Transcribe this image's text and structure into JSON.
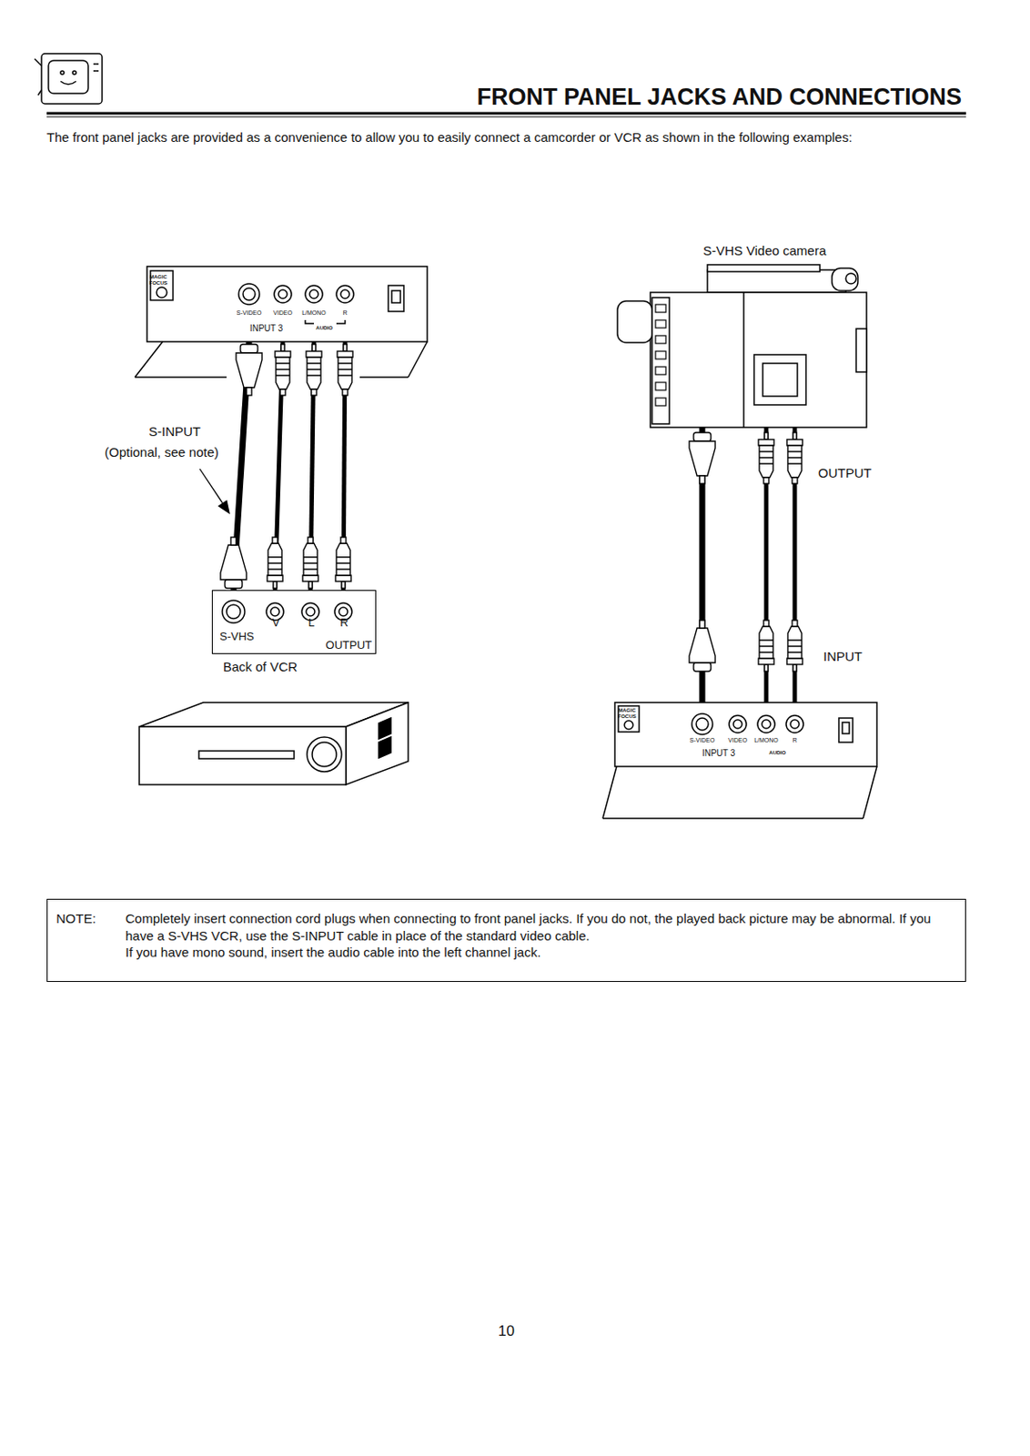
{
  "diagram": {
    "title": "FRONT PANEL JACKS AND CONNECTIONS",
    "nodes": [
      {
        "text": [
          "MAGIC FOCUS",
          "S-VIDEO",
          "VIDEO",
          "L/MONO",
          "R",
          "INPUT 3",
          "AUDIO"
        ]
      },
      {
        "text": [
          "S-VHS",
          "V",
          "L",
          "R",
          "OUTPUT",
          "Back of VCR"
        ]
      },
      {
        "text": [
          "S-VHS Video camera"
        ]
      },
      {
        "text": [
          "MAGIC FOCUS",
          "S-VIDEO",
          "VIDEO",
          "L/MONO",
          "R",
          "INPUT 3",
          "AUDIO"
        ]
      },
      {
        "text": [
          "NOTE:",
          "Completely insert connection cord plugs when connecting to front panel jacks. If you do not, the played back picture may be abnormal. If you have a S-VHS VCR, use the S-INPUT cable in place of the standard video cable.",
          "If you have mono sound, insert the audio cable into the left channel jack."
        ]
      }
    ],
    "edges": [
      {
        "from": 1,
        "to": 0,
        "arrow": "none"
      },
      {
        "from": 1,
        "to": 0,
        "arrow": "none"
      },
      {
        "from": 1,
        "to": 0,
        "arrow": "none"
      },
      {
        "from": 1,
        "to": 0,
        "arrow": "none"
      },
      {
        "from": 2,
        "to": 3,
        "arrow": "none"
      },
      {
        "from": 2,
        "to": 3,
        "arrow": "none"
      },
      {
        "from": 2,
        "to": 3,
        "arrow": "none"
      }
    ],
    "labels": [
      "The front panel jacks are provided as a convenience to allow you to easily connect a camcorder or VCR as shown in the following examples:",
      "S-INPUT",
      "(Optional, see note)",
      "OUTPUT",
      "INPUT",
      "10"
    ]
  }
}
